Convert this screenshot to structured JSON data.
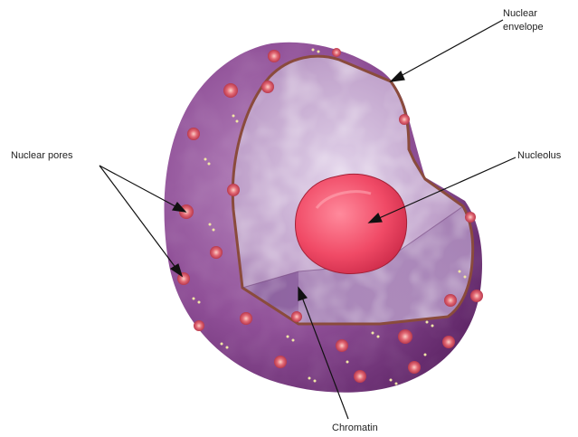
{
  "labels": {
    "nuclear_envelope": "Nuclear\nenvelope",
    "nucleolus": "Nucleolus",
    "nuclear_pores": "Nuclear pores",
    "chromatin": "Chromatin"
  },
  "colors": {
    "outer_shell": "#7a3d82",
    "outer_shell_light": "#b077b6",
    "interior": "#b592c0",
    "interior_light": "#dccbe3",
    "envelope_rim": "#8a4b3c",
    "nucleolus": "#f0506a",
    "pore": "#e07a86",
    "speck": "#f1e7a6"
  }
}
